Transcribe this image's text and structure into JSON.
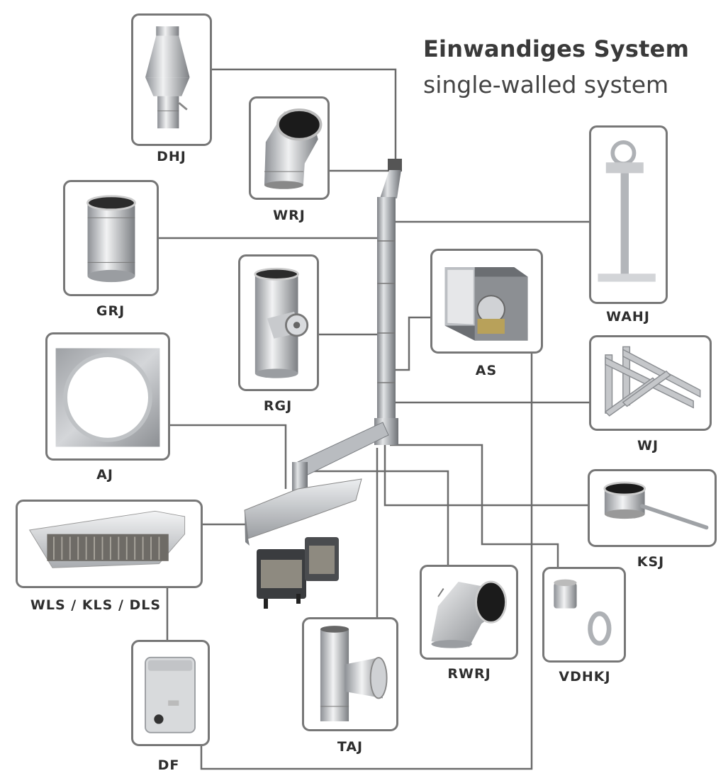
{
  "title": {
    "line1": "Einwandiges System",
    "line2": "single-walled system"
  },
  "components": {
    "dhj": "DHJ",
    "wrj": "WRJ",
    "grj": "GRJ",
    "rgj": "RGJ",
    "aj": "AJ",
    "as": "AS",
    "wahj": "WAHJ",
    "wj": "WJ",
    "ksj": "KSJ",
    "wls": "WLS / KLS / DLS",
    "df": "DF",
    "taj": "TAJ",
    "rwrj": "RWRJ",
    "vdhkj": "VDHKJ"
  },
  "colors": {
    "connector": "#6b6b6b",
    "box_border": "#777777",
    "steel_light": "#e4e6e8",
    "steel_dark": "#8a8d91",
    "label": "#2e2e2e"
  }
}
